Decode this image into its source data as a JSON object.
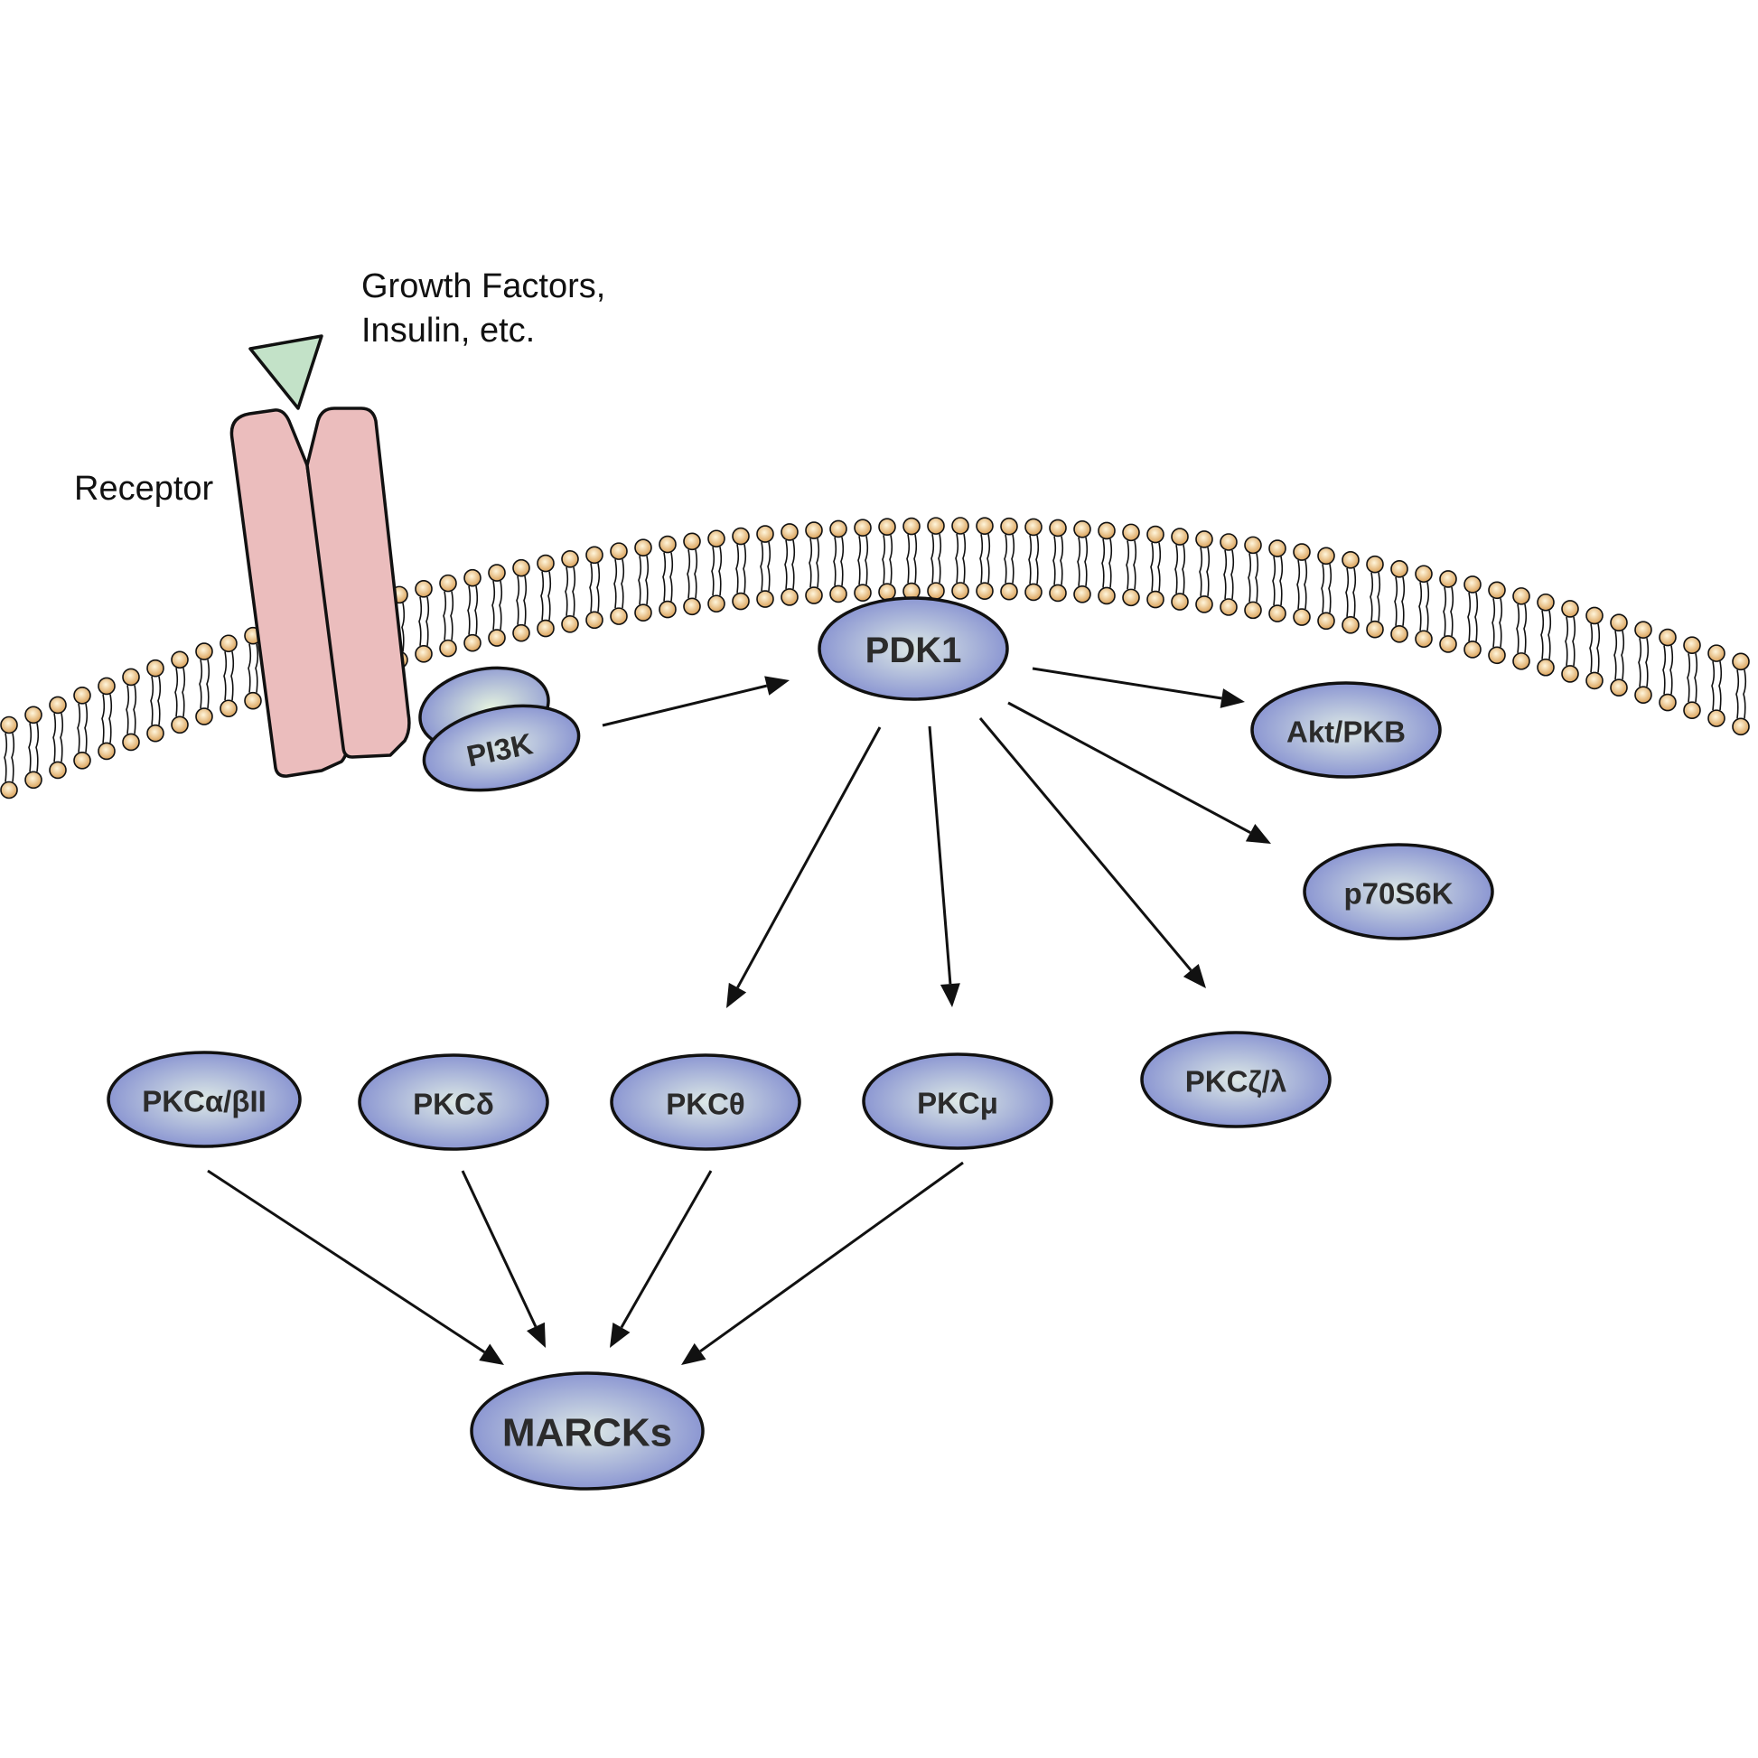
{
  "labels": {
    "ligand_line1": "Growth Factors,",
    "ligand_line2": "Insulin, etc.",
    "receptor": "Receptor"
  },
  "nodes": {
    "pi3k": "PI3K",
    "pdk1": "PDK1",
    "akt": "Akt/PKB",
    "p70s6k": "p70S6K",
    "pkc_alpha": "PKCα/βII",
    "pkc_delta": "PKCδ",
    "pkc_theta": "PKCθ",
    "pkc_mu": "PKCμ",
    "pkc_zeta": "PKCζ/λ",
    "marcks": "MARCKs"
  },
  "edges": [
    {
      "from": "PI3K",
      "to": "PDK1"
    },
    {
      "from": "PDK1",
      "to": "Akt/PKB"
    },
    {
      "from": "PDK1",
      "to": "p70S6K"
    },
    {
      "from": "PDK1",
      "to": "PKCθ"
    },
    {
      "from": "PDK1",
      "to": "PKCμ"
    },
    {
      "from": "PDK1",
      "to": "PKCζ/λ"
    },
    {
      "from": "PKCα/βII",
      "to": "MARCKs"
    },
    {
      "from": "PKCδ",
      "to": "MARCKs"
    },
    {
      "from": "PKCθ",
      "to": "MARCKs"
    },
    {
      "from": "PKCμ",
      "to": "MARCKs"
    }
  ],
  "colors": {
    "node_fill_center": "#dde9e6",
    "node_fill_edge": "#8c97d2",
    "receptor_fill": "#ebbdbd",
    "ligand_fill": "#c3e2c8",
    "lipid_head_center": "#fff6dc",
    "lipid_head_edge": "#dba25a",
    "outline": "#111111"
  }
}
